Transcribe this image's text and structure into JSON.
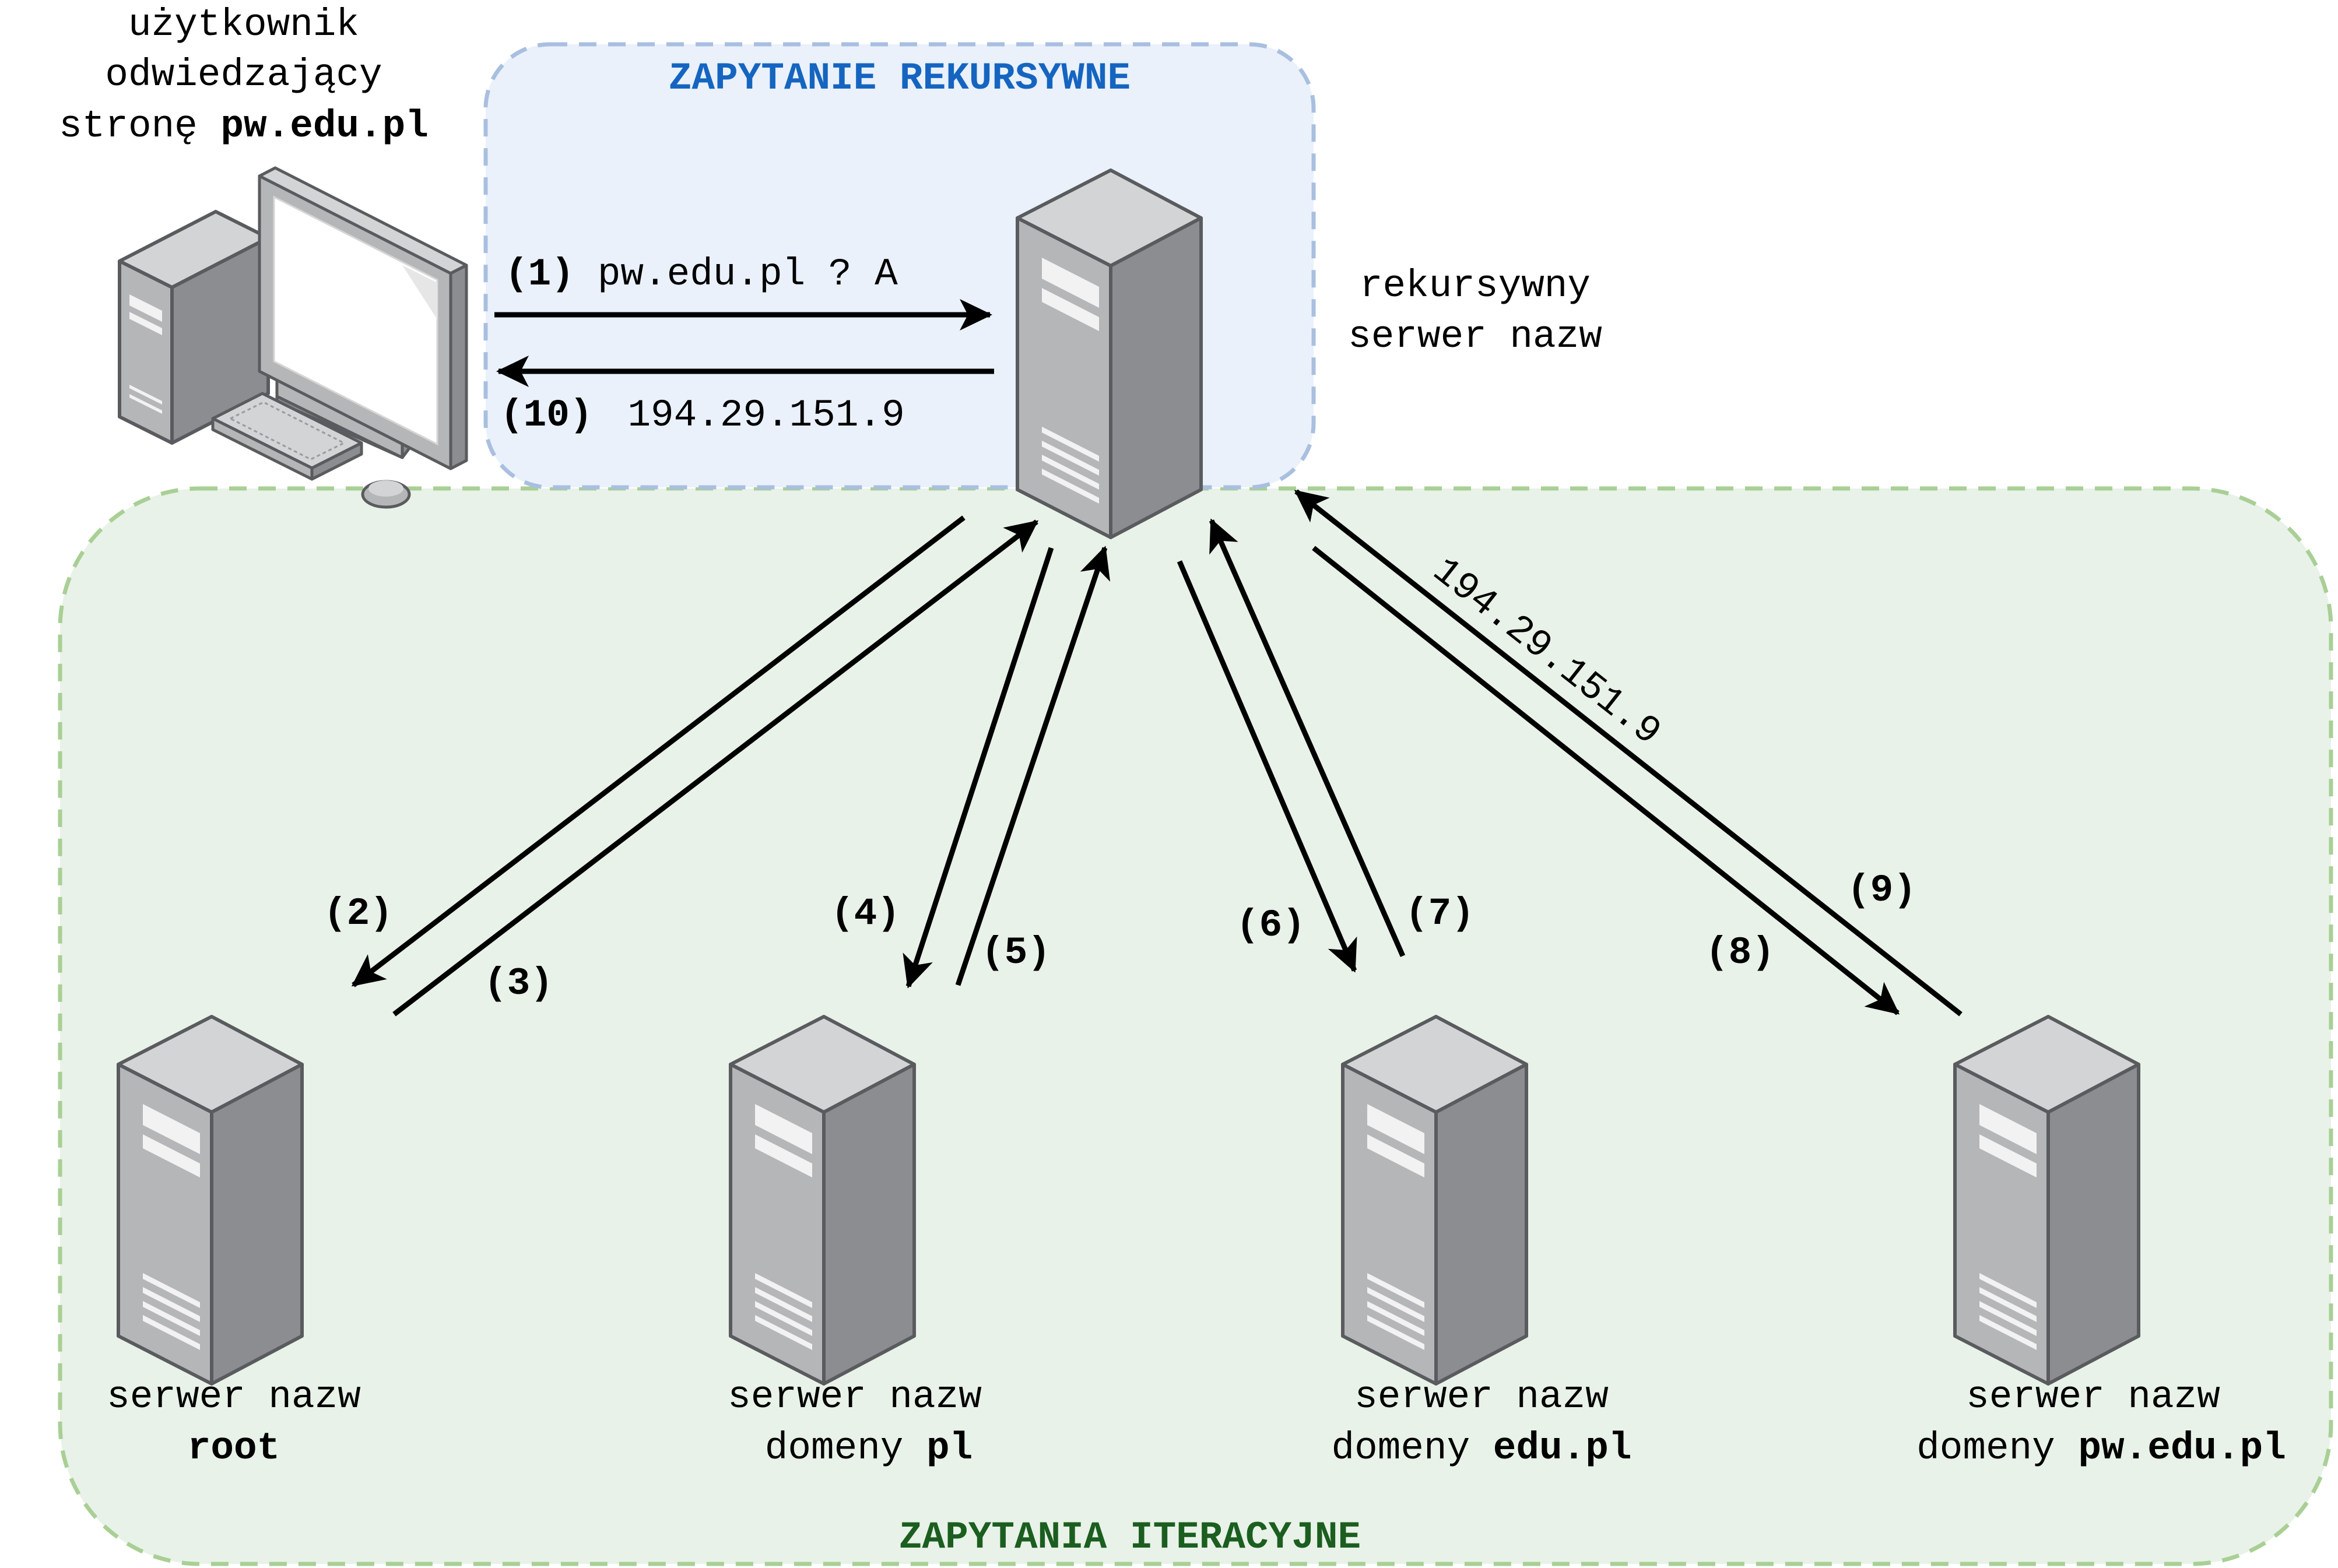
{
  "colors": {
    "recursive_zone_fill": "#eaf1fb",
    "recursive_zone_border": "#a9bfe0",
    "recursive_title": "#1565c0",
    "iterative_zone_fill": "#e8f2e8",
    "iterative_zone_border": "#a9cf95",
    "iterative_title": "#1b5e20",
    "arrow": "#000000",
    "server_front": "#b5b6b8",
    "server_side": "#8c8d90",
    "server_top": "#d3d4d6",
    "server_edge": "#5a5b5e"
  },
  "zones": {
    "recursive_title": "ZAPYTANIE REKURSYWNE",
    "iterative_title": "ZAPYTANIA ITERACYJNE"
  },
  "user": {
    "line1": "użytkownik",
    "line2": "odwiedzający",
    "line3_prefix": "stronę ",
    "line3_bold": "pw.edu.pl",
    "icon": "desktop-computer-icon"
  },
  "resolver": {
    "line1": "rekursywny",
    "line2": "serwer nazw",
    "icon": "server-icon"
  },
  "servers": [
    {
      "id": "root",
      "line1": "serwer nazw",
      "line2_prefix": "",
      "line2_bold": "root",
      "icon": "server-icon"
    },
    {
      "id": "pl",
      "line1": "serwer nazw",
      "line2_prefix": "domeny ",
      "line2_bold": "pl",
      "icon": "server-icon"
    },
    {
      "id": "edu-pl",
      "line1": "serwer nazw",
      "line2_prefix": "domeny ",
      "line2_bold": "edu.pl",
      "icon": "server-icon"
    },
    {
      "id": "pw-edu-pl",
      "line1": "serwer nazw",
      "line2_prefix": "domeny ",
      "line2_bold": "pw.edu.pl",
      "icon": "server-icon"
    }
  ],
  "steps": {
    "s1_num": "(1)",
    "s1_text": "pw.edu.pl ? A",
    "s10_num": "(10)",
    "s10_text": "194.29.151.9",
    "s2": "(2)",
    "s3": "(3)",
    "s4": "(4)",
    "s5": "(5)",
    "s6": "(6)",
    "s7": "(7)",
    "s8": "(8)",
    "s9": "(9)",
    "s9_text": "194.29.151.9"
  }
}
